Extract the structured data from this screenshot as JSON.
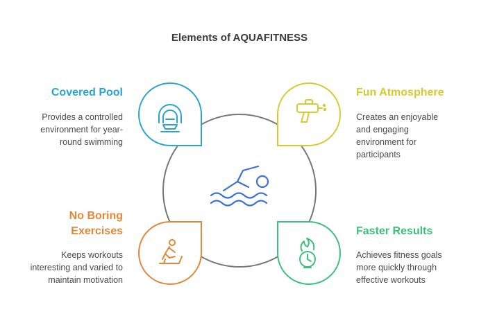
{
  "title": "Elements of AQUAFITNESS",
  "items": [
    {
      "heading": "Covered Pool",
      "description": "Provides a controlled environment for year-round swimming",
      "desc_lines": [
        "Provides a controlled",
        "environment for year-",
        "round swimming"
      ],
      "color": "#2aa3d3",
      "icon": "covered-pool-icon"
    },
    {
      "heading": "Fun Atmosphere",
      "description": "Creates an enjoyable and engaging environment for participants",
      "desc_lines": [
        "Creates an enjoyable",
        "and engaging",
        "environment for",
        "participants"
      ],
      "color": "#d9c92f",
      "icon": "water-gun-icon"
    },
    {
      "heading": "No Boring Exercises",
      "heading_lines": [
        "No Boring",
        "Exercises"
      ],
      "description": "Keeps workouts interesting and varied to maintain motivation",
      "desc_lines": [
        "Keeps workouts",
        "interesting and varied to",
        "maintain motivation"
      ],
      "color": "#e0873a",
      "icon": "exercise-bike-icon"
    },
    {
      "heading": "Faster Results",
      "description": "Achieves fitness goals more quickly through effective workouts",
      "desc_lines": [
        "Achieves fitness goals",
        "more quickly through",
        "effective workouts"
      ],
      "color": "#3cbf7a",
      "icon": "timer-flame-icon"
    }
  ],
  "center_icon": "swimmer-icon",
  "colors": {
    "ring": "#777777",
    "center_icon": "#3b6fd8",
    "heading_text": "#3b3b3b"
  }
}
